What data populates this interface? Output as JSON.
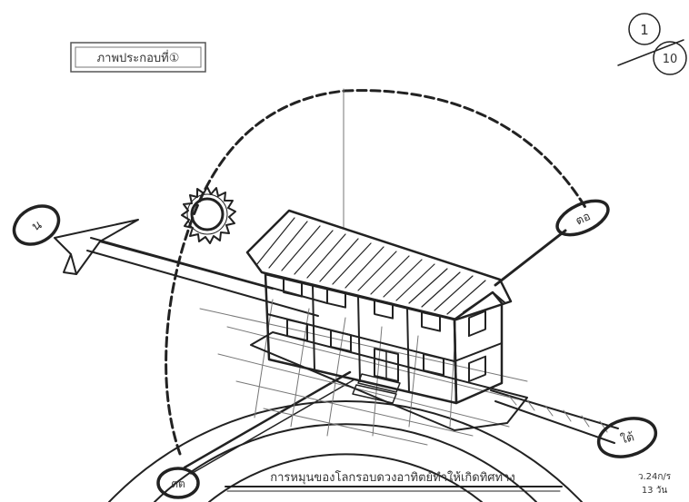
{
  "sheet": {
    "title_box": "ภาพประกอบที่①",
    "page_number": "1",
    "page_total": "10",
    "caption": "การหมุนของโลกรอบดวงอาทิตย์ทำให้เกิดทิศทาง",
    "corner_note_line1": "ว.24ก/ร",
    "corner_note_line2": "13 วัน"
  },
  "markers": {
    "north": "น",
    "east": "ตอ",
    "west": "ตต",
    "south": "ใต้"
  },
  "colors": {
    "ink": "#222222",
    "paper": "#ffffff"
  }
}
